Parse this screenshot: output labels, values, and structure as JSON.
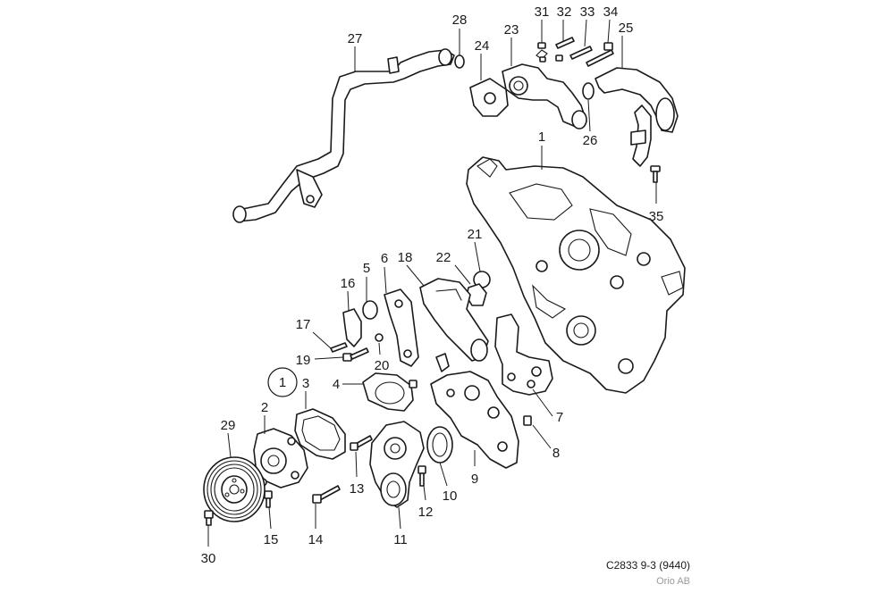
{
  "figure": {
    "ref_code": "C2833 9-3 (9440)",
    "copyright": "Orio AB"
  },
  "callouts": [
    "1",
    "2",
    "3",
    "4",
    "5",
    "6",
    "7",
    "8",
    "9",
    "10",
    "11",
    "12",
    "13",
    "14",
    "15",
    "16",
    "17",
    "18",
    "19",
    "20",
    "21",
    "22",
    "23",
    "24",
    "25",
    "26",
    "27",
    "28",
    "29",
    "30",
    "31",
    "32",
    "33",
    "34",
    "35"
  ],
  "circled_callout": "1"
}
